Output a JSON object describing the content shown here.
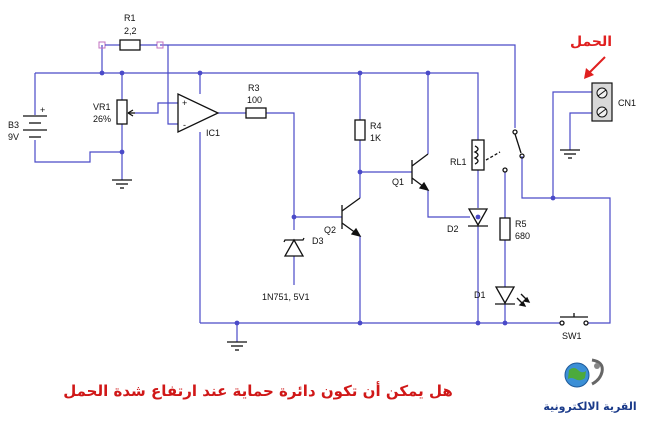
{
  "labels": {
    "r1": "R1",
    "r1_val": "2,2",
    "b3": "B3",
    "b3_val": "9V",
    "vr1": "VR1",
    "vr1_val": "26%",
    "ic1": "IC1",
    "r3": "R3",
    "r3_val": "100",
    "r4": "R4",
    "r4_val": "1K",
    "q1": "Q1",
    "q2": "Q2",
    "d3": "D3",
    "d3_val": "1N751, 5V1",
    "rl1": "RL1",
    "d2": "D2",
    "r5": "R5",
    "r5_val": "680",
    "d1": "D1",
    "sw1": "SW1",
    "cn1": "CN1",
    "plus": "+",
    "minus": "-"
  },
  "annotation": {
    "load": "الحمل"
  },
  "caption": "هل يمكن أن تكون دائرة حماية عند ارتفاع شدة الحمل",
  "logo": {
    "text": "القرية الالكترونية"
  },
  "colors": {
    "wire": "#4a4ac8",
    "caption": "#d01818",
    "annotation": "#e02020",
    "logo_text": "#1a3a8a"
  }
}
